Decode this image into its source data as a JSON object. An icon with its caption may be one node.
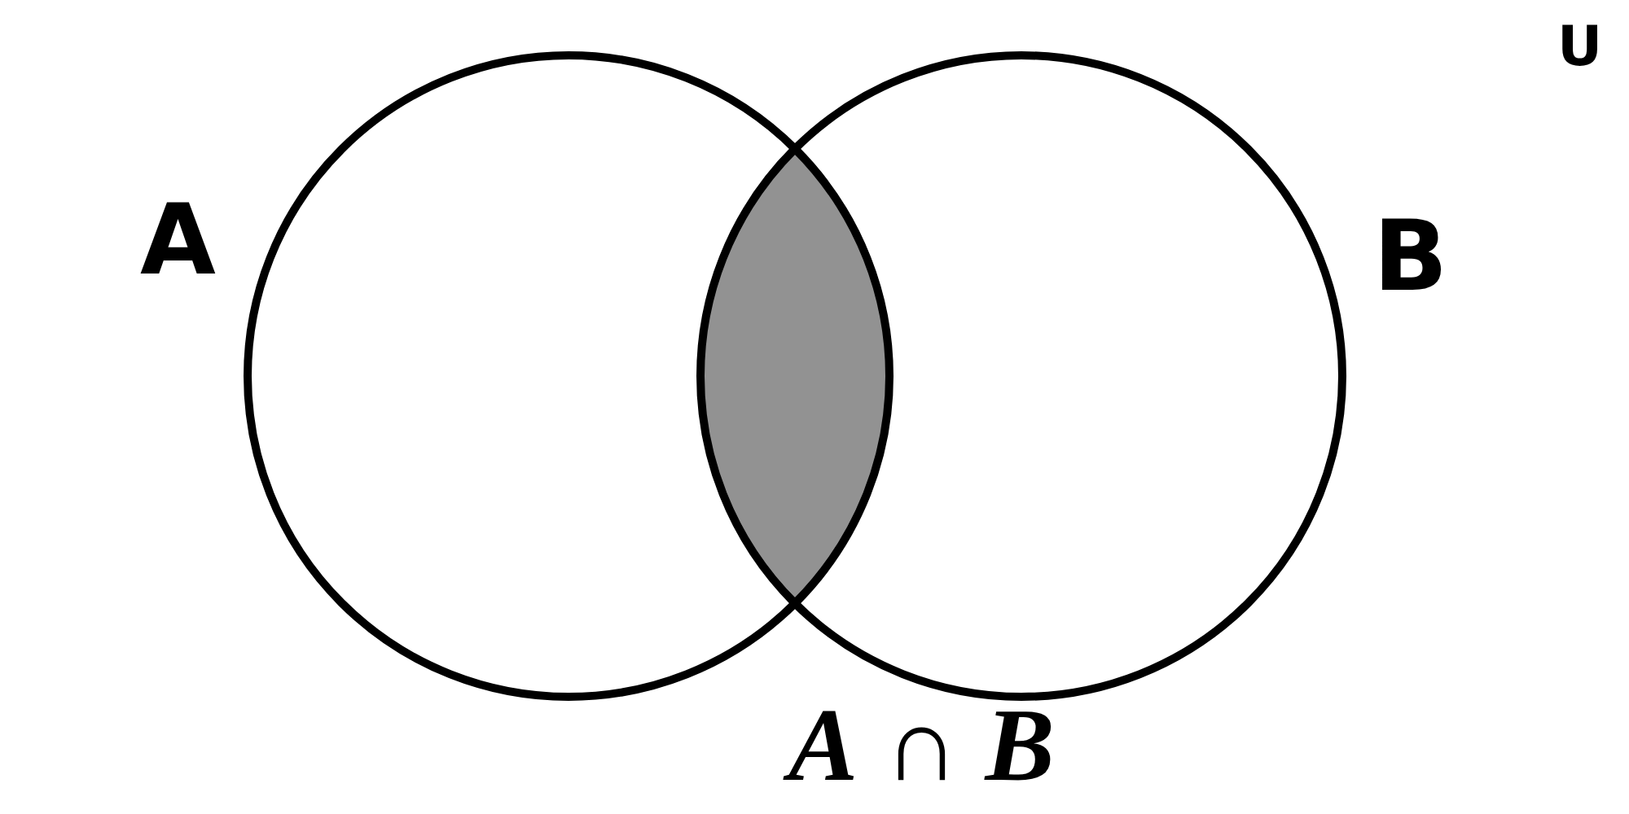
{
  "diagram": {
    "nodes": [
      {
        "text": [
          "A"
        ]
      },
      {
        "text": [
          "B"
        ]
      },
      {
        "text": [
          "*A* ∩ *B*"
        ]
      }
    ],
    "labels": [
      "U"
    ]
  }
}
